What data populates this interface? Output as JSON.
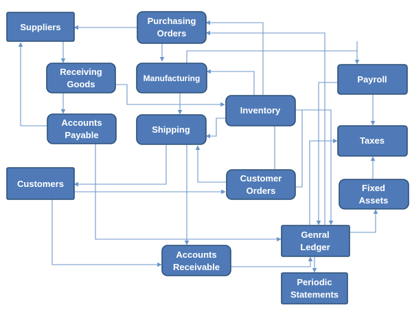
{
  "colors": {
    "node_fill": "#4f7ab7",
    "node_border": "#2d4f78",
    "text": "#ffffff",
    "edge": "#6b96c8"
  },
  "nodes": {
    "suppliers": [
      "Suppliers"
    ],
    "purchasing_orders": [
      "Purchasing",
      "Orders"
    ],
    "receiving_goods": [
      "Receiving",
      "Goods"
    ],
    "manufacturing": [
      "Manufacturing"
    ],
    "payroll": [
      "Payroll"
    ],
    "inventory": [
      "Inventory"
    ],
    "accounts_payable": [
      "Accounts",
      "Payable"
    ],
    "shipping": [
      "Shipping"
    ],
    "taxes": [
      "Taxes"
    ],
    "customers": [
      "Customers"
    ],
    "customer_orders": [
      "Customer",
      "Orders"
    ],
    "fixed_assets": [
      "Fixed",
      "Assets"
    ],
    "general_ledger": [
      "Genral",
      "Ledger"
    ],
    "accounts_receivable": [
      "Accounts",
      "Receivable"
    ],
    "periodic_statements": [
      "Periodic",
      "Statements"
    ]
  }
}
